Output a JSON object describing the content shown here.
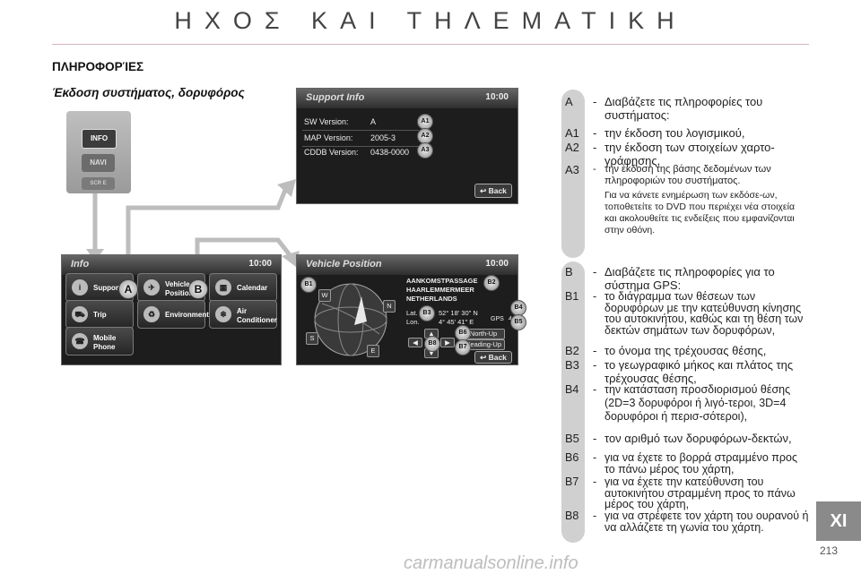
{
  "header": {
    "title": "ΗΧΟΣ ΚΑΙ ΤΗΛΕΜΑΤΙΚΗ"
  },
  "section": {
    "heading": "ΠΛΗΡΟΦΟΡΊΕΣ",
    "subheading": "Έκδοση συστήματος, δορυφόρος"
  },
  "hardware": {
    "info": "INFO",
    "navi": "NAVI",
    "scr": "SCR E"
  },
  "support_screen": {
    "title": "Support Info",
    "clock": "10:00",
    "rows": [
      {
        "label": "SW Version:",
        "value": "A",
        "badge": "A1"
      },
      {
        "label": "MAP Version:",
        "value": "2005-3",
        "badge": "A2"
      },
      {
        "label": "CDDB Version:",
        "value": "0438-0000",
        "badge": "A3"
      }
    ],
    "back": "Back"
  },
  "info_screen": {
    "title": "Info",
    "clock": "10:00",
    "tiles": [
      {
        "label": "Support",
        "icon": "i"
      },
      {
        "label": "Vehicle\nPosition",
        "icon": "✈"
      },
      {
        "label": "Calendar",
        "icon": "▦"
      },
      {
        "label": "Trip",
        "icon": "⛟"
      },
      {
        "label": "Environment",
        "icon": "♻"
      },
      {
        "label": "Air\nConditioner",
        "icon": "❄"
      },
      {
        "label": "Mobile\nPhone",
        "icon": "☎"
      }
    ],
    "marker_a": "A",
    "marker_b": "B"
  },
  "vehicle_screen": {
    "title": "Vehicle Position",
    "clock": "10:00",
    "address": [
      "AANKOMSTPASSAGE",
      "HAARLEMMERMEER",
      "NETHERLANDS"
    ],
    "lat_label": "Lat.",
    "lat_value": "52° 18' 30\" N",
    "lon_label": "Lon.",
    "lon_value": "4° 45' 41\" E",
    "gps": "GPS",
    "gps_count": "4",
    "compass": [
      "W",
      "N",
      "S",
      "E"
    ],
    "north_up": "North-Up",
    "heading_up": "Heading-Up",
    "back": "Back",
    "badges": [
      "B1",
      "B2",
      "B3",
      "B4",
      "B5",
      "B6",
      "B7",
      "B8"
    ]
  },
  "items_a": [
    {
      "key": "A",
      "text": "Διαβάζετε τις πληροφορίες του συστήματος:"
    },
    {
      "key": "A1",
      "text": "την έκδοση του λογισμικού,"
    },
    {
      "key": "A2",
      "text": "την έκδοση των στοιχείων χαρτο-γράφησης,"
    },
    {
      "key": "A3",
      "text": "την έκδοση της βάσης δεδομένων των πληροφοριών του συστήματος."
    }
  ],
  "note": "Για να κάνετε ενημέρωση των εκδόσε-ων, τοποθετείτε το DVD που περιέχει νέα στοιχεία και ακολουθείτε τις ενδείξεις που εμφανίζονται στην οθόνη.",
  "items_b": [
    {
      "key": "B",
      "text": "Διαβάζετε τις πληροφορίες για το σύστημα GPS:"
    },
    {
      "key": "B1",
      "text": "το διάγραμμα των θέσεων των δορυφόρων με την κατεύθυνση κίνησης του αυτοκινήτου, καθώς και τη θέση των δεκτών σημάτων των δορυφόρων,"
    },
    {
      "key": "B2",
      "text": "το όνομα της τρέχουσας θέσης,"
    },
    {
      "key": "B3",
      "text": "το γεωγραφικό μήκος και πλάτος της τρέχουσας θέσης,"
    },
    {
      "key": "B4",
      "text": "την κατάσταση προσδιορισμού θέσης (2D=3 δορυφόροι ή λιγό-τεροι, 3D=4 δορυφόροι ή περισ-σότεροι),"
    },
    {
      "key": "B5",
      "text": "τον αριθμό των δορυφόρων-δεκτών,"
    },
    {
      "key": "B6",
      "text": "για να έχετε το βορρά στραμμένο προς το πάνω μέρος του χάρτη,"
    },
    {
      "key": "B7",
      "text": "για να έχετε την κατεύθυνση του αυτοκινήτου στραμμένη προς το πάνω μέρος του χάρτη,"
    },
    {
      "key": "B8",
      "text": "για να στρέφετε τον χάρτη του ουρανού ή να αλλάζετε τη γωνία του χάρτη."
    }
  ],
  "chapter_tab": "XI",
  "page_number": "213",
  "watermark": "carmanualsonline.info"
}
